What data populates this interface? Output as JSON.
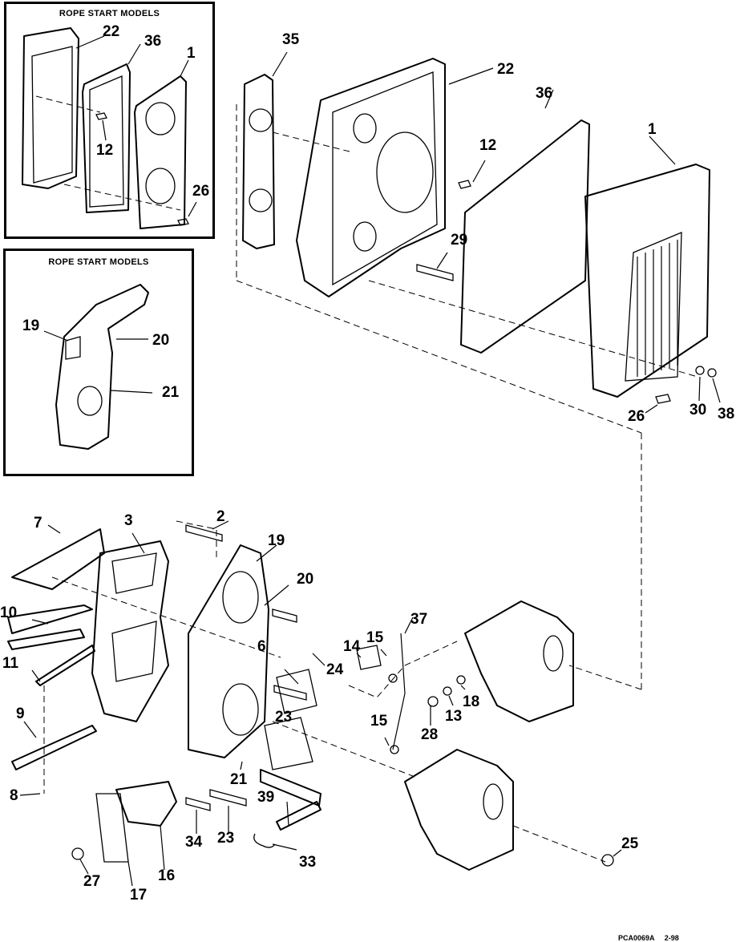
{
  "diagram": {
    "type": "exploded-parts-view",
    "insets": [
      {
        "title": "ROPE START MODELS",
        "callouts": [
          "22",
          "36",
          "1",
          "12",
          "26"
        ]
      },
      {
        "title": "ROPE START MODELS",
        "callouts": [
          "19",
          "20",
          "21"
        ]
      }
    ],
    "callouts_upper": [
      "35",
      "22",
      "36",
      "1",
      "12",
      "29",
      "26",
      "30",
      "38"
    ],
    "callouts_lower": [
      "7",
      "3",
      "2",
      "19",
      "20",
      "10",
      "11",
      "9",
      "8",
      "6",
      "24",
      "23",
      "21",
      "39",
      "34",
      "23",
      "27",
      "17",
      "16",
      "33",
      "14",
      "15",
      "37",
      "15",
      "28",
      "13",
      "18",
      "25"
    ],
    "footer_code": "PCA0069A",
    "footer_date": "2-98"
  }
}
